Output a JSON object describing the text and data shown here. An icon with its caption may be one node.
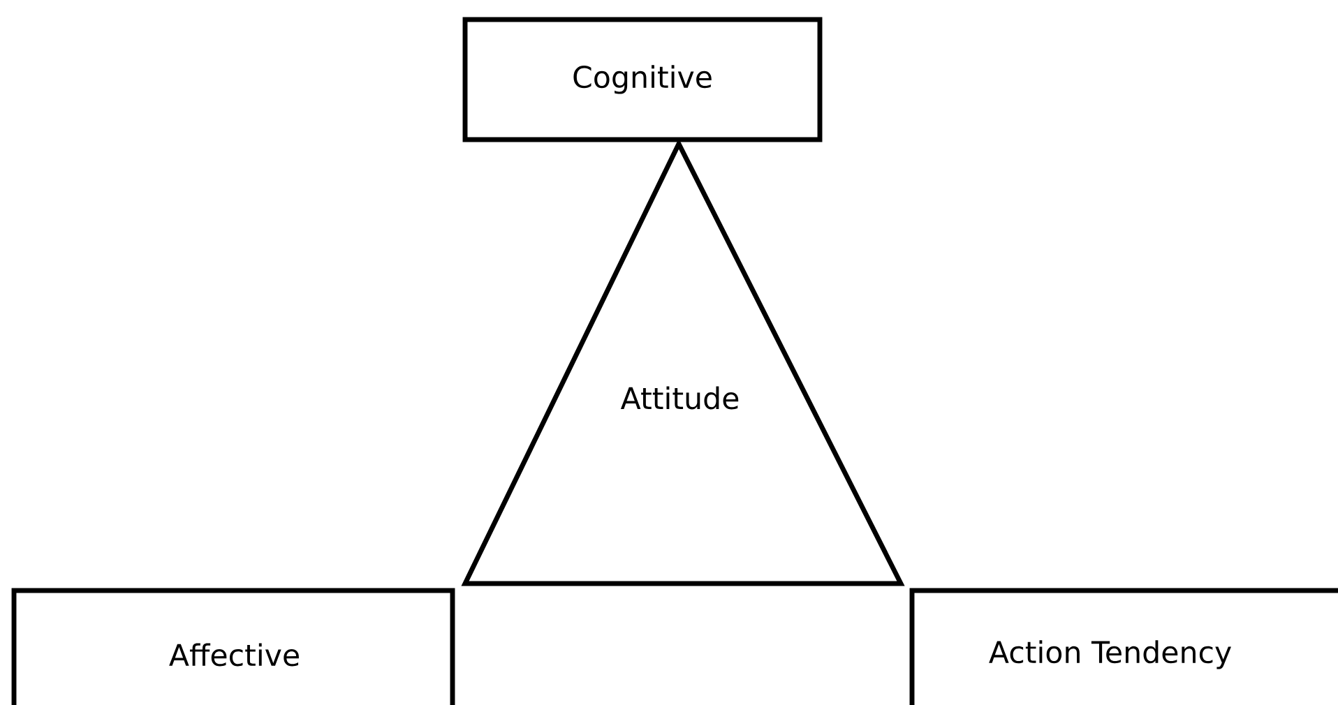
{
  "diagram": {
    "nodes": [
      {
        "text": [
          "Cognitive"
        ]
      },
      {
        "text": [
          "Attitude"
        ]
      },
      {
        "text": [
          "Affective"
        ]
      },
      {
        "text": [
          "Action Tendency"
        ]
      }
    ]
  }
}
